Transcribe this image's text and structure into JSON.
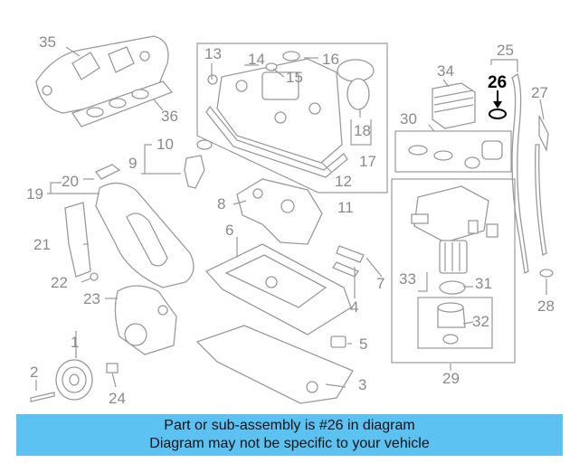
{
  "callouts": {
    "n1": "1",
    "n2": "2",
    "n3": "3",
    "n4": "4",
    "n5": "5",
    "n6": "6",
    "n7": "7",
    "n8": "8",
    "n9": "9",
    "n10": "10",
    "n11": "11",
    "n12": "12",
    "n13": "13",
    "n14": "14",
    "n15": "15",
    "n16": "16",
    "n17": "17",
    "n18": "18",
    "n19": "19",
    "n20": "20",
    "n21": "21",
    "n22": "22",
    "n23": "23",
    "n24": "24",
    "n25": "25",
    "n26": "26",
    "n27": "27",
    "n28": "28",
    "n29": "29",
    "n30": "30",
    "n31": "31",
    "n32": "32",
    "n33": "33",
    "n34": "34",
    "n35": "35",
    "n36": "36"
  },
  "highlighted_part": "26",
  "banner": {
    "line1": "Part or sub-assembly is #26 in diagram",
    "line2": "Diagram may not be specific to your vehicle"
  },
  "colors": {
    "banner_bg": "#5bc2f2",
    "line_art": "#9a9a9a",
    "highlight": "#000000"
  }
}
